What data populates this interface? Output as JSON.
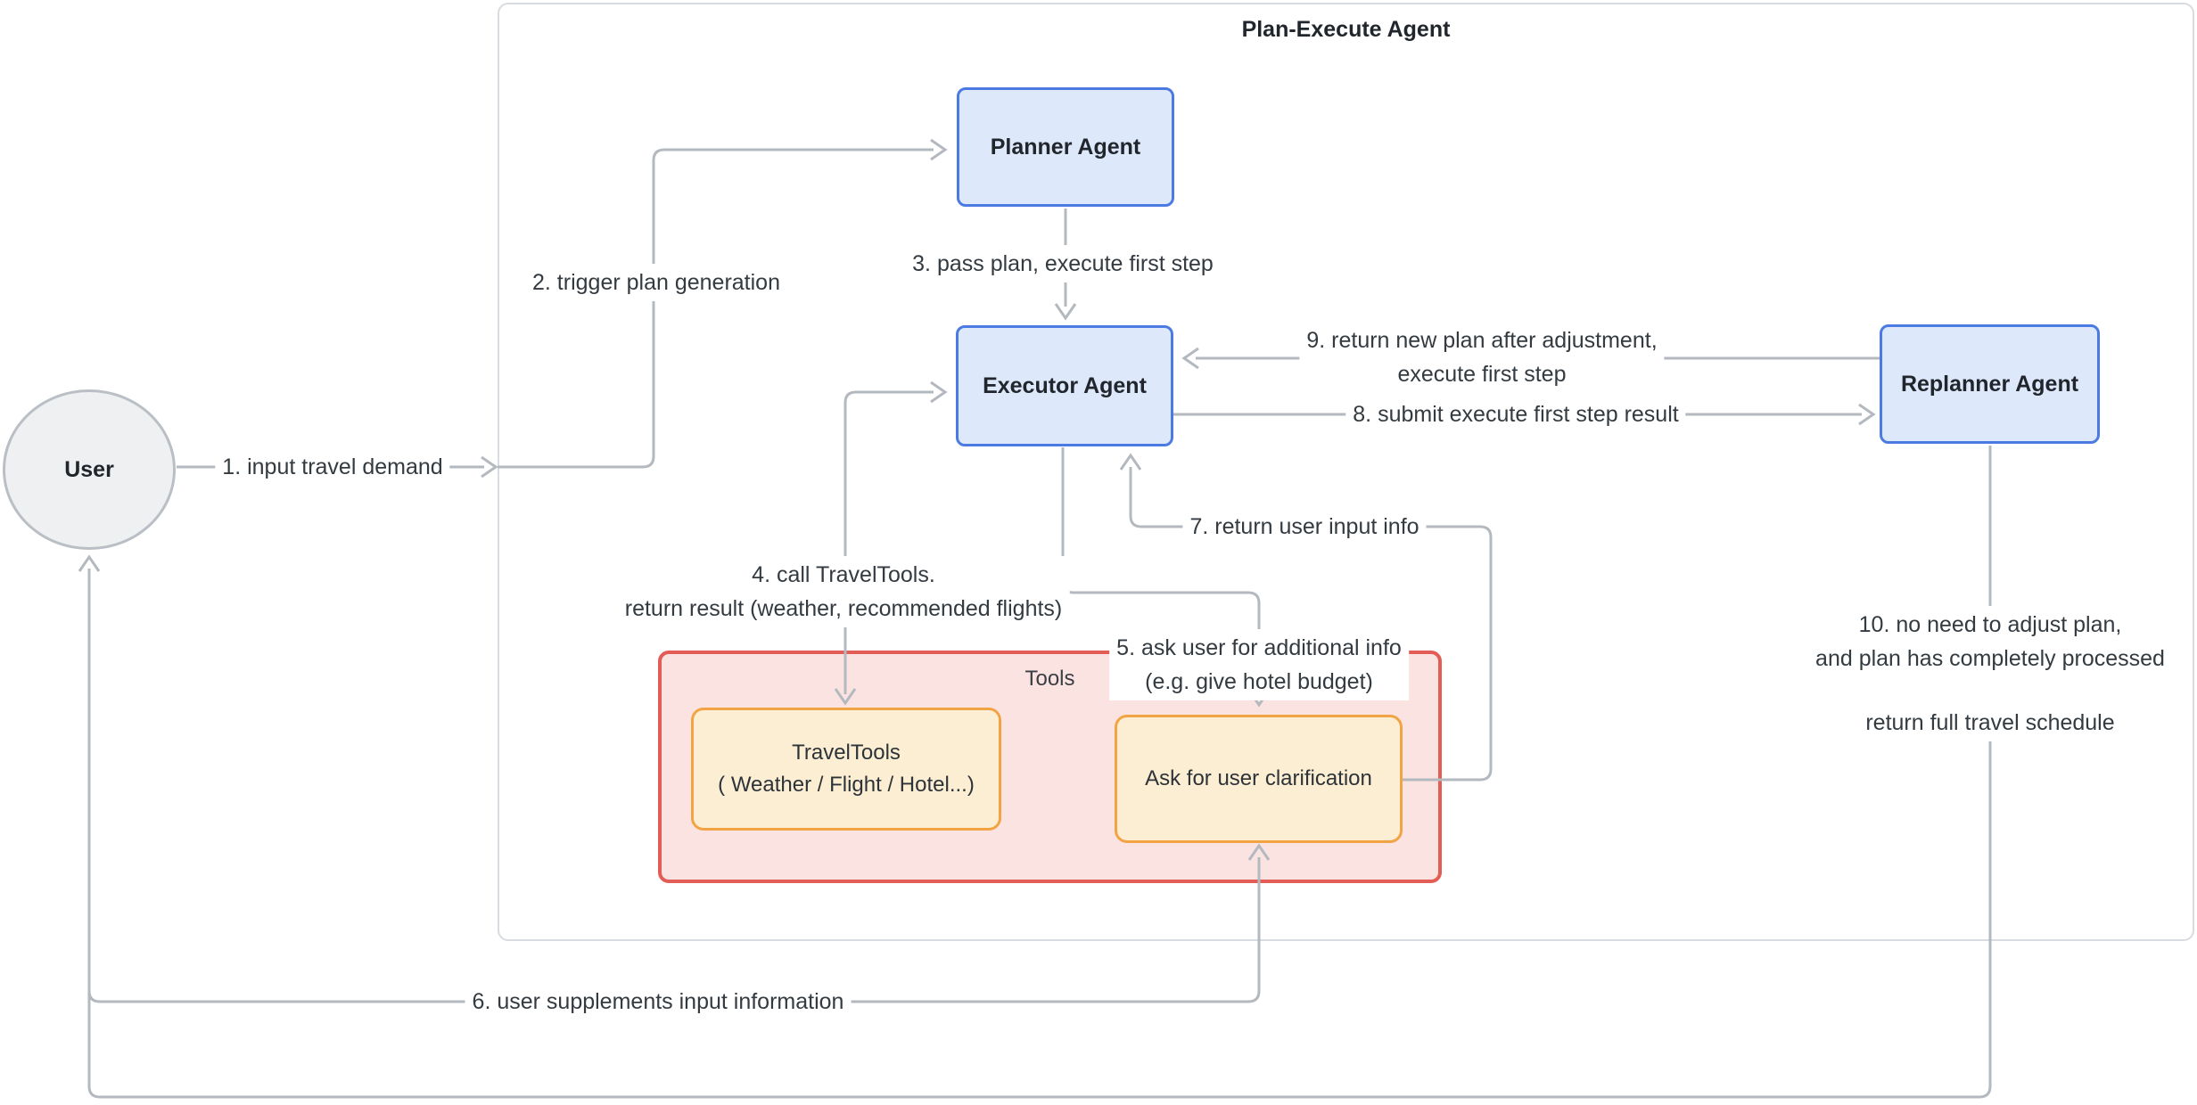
{
  "diagram": {
    "title": "Plan-Execute Agent",
    "tools_group_label": "Tools"
  },
  "nodes": {
    "user": "User",
    "planner": "Planner Agent",
    "executor": "Executor Agent",
    "replanner": "Replanner Agent",
    "traveltools": {
      "line1": "TravelTools",
      "line2": "( Weather / Flight / Hotel...)"
    },
    "ask": "Ask for user clarification"
  },
  "edges": {
    "e1": "1. input travel demand",
    "e2": "2. trigger plan generation",
    "e3": "3. pass plan, execute first step",
    "e4": {
      "line1": "4. call TravelTools.",
      "line2": "return result (weather, recommended flights)"
    },
    "e5": {
      "line1": "5. ask user for additional info",
      "line2": "(e.g. give hotel budget)"
    },
    "e6": "6. user supplements input information",
    "e7": "7. return user input info",
    "e8": "8. submit execute first step result",
    "e9": {
      "line1": "9. return new plan after adjustment,",
      "line2": "execute first step"
    },
    "e10": {
      "line1": "10. no need to adjust plan,",
      "line2": "and plan has completely processed",
      "line3": "return full travel schedule"
    }
  },
  "colors": {
    "agent_fill": "#dee8fb",
    "agent_border": "#4b7be2",
    "tool_fill": "#fbeed3",
    "tool_border": "#f2a444",
    "tools_group_fill": "#fbe3e2",
    "tools_group_border": "#e25d55",
    "user_fill": "#eef0f2",
    "user_border": "#b9bfc4",
    "edge_line": "#b3b9bf",
    "outer_border": "#d8dbdf",
    "text": "#2d3338"
  }
}
